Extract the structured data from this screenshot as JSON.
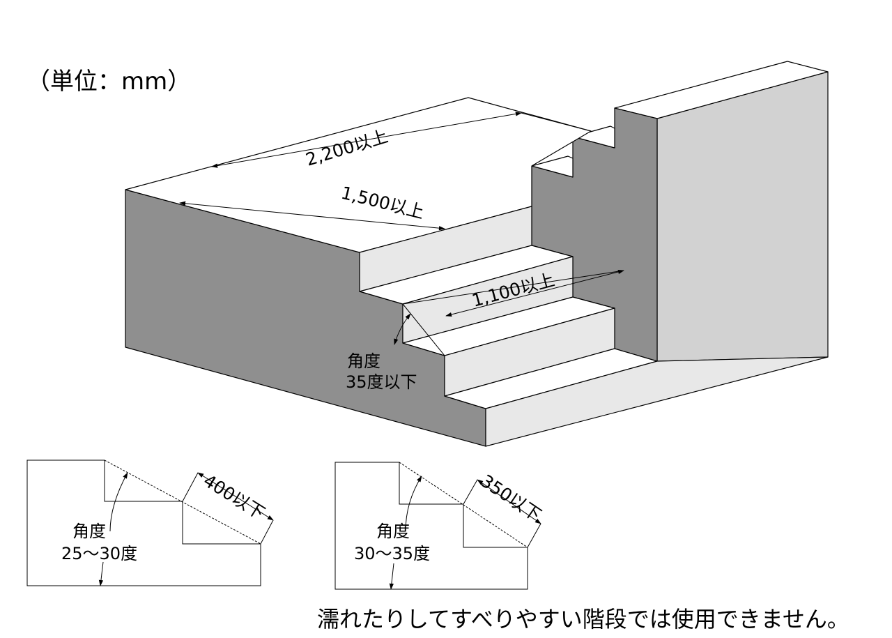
{
  "unit_label": "（単位：mm）",
  "dimensions": {
    "landing_length": "2,200以上",
    "landing_width": "1,500以上",
    "stair_width": "1,100以上"
  },
  "angles": {
    "main_line1": "角度",
    "main_line2": "35度以下",
    "left_line1": "角度",
    "left_line2": "25〜30度",
    "right_line1": "角度",
    "right_line2": "30〜35度"
  },
  "details": {
    "left_step_dim": "400以下",
    "right_step_dim": "350以下"
  },
  "note": "濡れたりしてすべりやすい階段では使用できません。",
  "colors": {
    "top_face": "#ffffff",
    "light_face": "#e8e8e8",
    "mid_face": "#d2d2d2",
    "dark_face": "#8f8f8f",
    "line": "#000000"
  }
}
